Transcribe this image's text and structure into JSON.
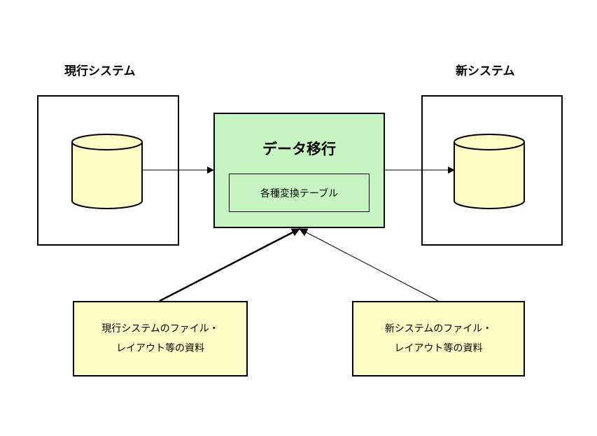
{
  "left_system": {
    "title": "現行システム"
  },
  "right_system": {
    "title": "新システム"
  },
  "migration": {
    "title": "データ移行",
    "table_label": "各種変換テーブル"
  },
  "left_doc": {
    "line1": "現行システムのファイル・",
    "line2": "レイアウト等の資料"
  },
  "right_doc": {
    "line1": "新システムのファイル・",
    "line2": "レイアウト等の資料"
  },
  "colors": {
    "migration_fill": "#c6f5c2",
    "document_fill": "#fdfcc4",
    "database_fill": "#fdfcc4"
  },
  "icons": [
    "database-cylinder-icon",
    "database-cylinder-icon"
  ]
}
